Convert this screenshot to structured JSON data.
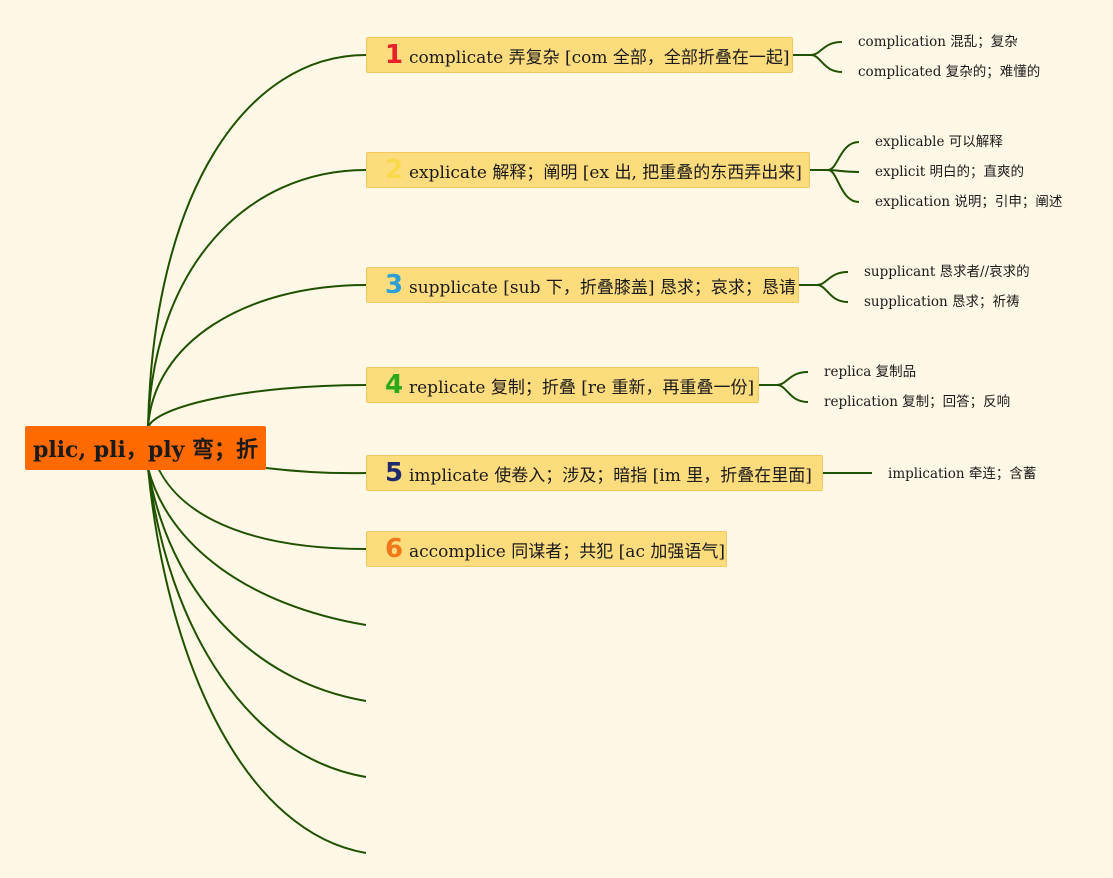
{
  "root": {
    "label": "plic, pli，ply 弯；折"
  },
  "colors": {
    "background": "#fff8e6",
    "root_fill": "#ff6a00",
    "branch_fill": "#fddc7e",
    "line": "#1f5200"
  },
  "branches": [
    {
      "number": "1",
      "number_color": "#e8202a",
      "label": "complicate 弄复杂 [com 全部，全部折叠在一起]",
      "children": [
        "complication 混乱；复杂",
        "complicated 复杂的；难懂的"
      ]
    },
    {
      "number": "2",
      "number_color": "#f7d94a",
      "label": "explicate 解释；阐明 [ex 出, 把重叠的东西弄出来]",
      "children": [
        "explicable 可以解释",
        "explicit 明白的；直爽的",
        "explication 说明；引申；阐述"
      ]
    },
    {
      "number": "3",
      "number_color": "#2b9fd6",
      "label": "supplicate [sub 下，折叠膝盖] 恳求；哀求；恳请",
      "children": [
        "supplicant 恳求者//哀求的",
        "supplication 恳求；祈祷"
      ]
    },
    {
      "number": "4",
      "number_color": "#2aa81a",
      "label": "replicate 复制；折叠 [re 重新，再重叠一份]",
      "children": [
        "replica 复制品",
        "replication 复制；回答；反响"
      ]
    },
    {
      "number": "5",
      "number_color": "#1f2a6b",
      "label": "implicate 使卷入；涉及；暗指 [im 里，折叠在里面]",
      "children": [
        "implication 牵连；含蓄"
      ]
    },
    {
      "number": "6",
      "number_color": "#f07818",
      "label": "accomplice 同谋者；共犯 [ac 加强语气]",
      "children": []
    }
  ]
}
